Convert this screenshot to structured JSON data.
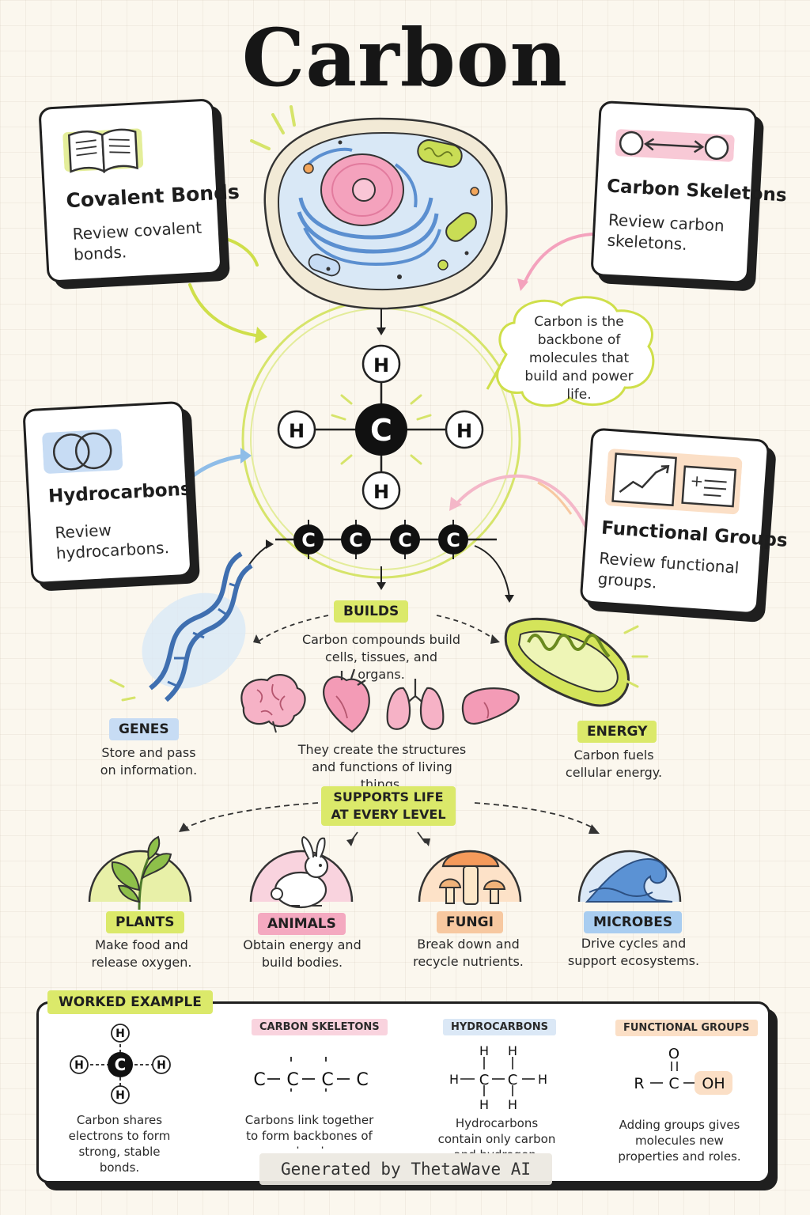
{
  "title": "Carbon",
  "cards": {
    "covalent": {
      "title": "Covalent Bonds",
      "text": "Review covalent bonds."
    },
    "skeletons": {
      "title": "Carbon Skeletons",
      "text": "Review carbon skeletons."
    },
    "hydrocarbons": {
      "title": "Hydrocarbons",
      "text": "Review hydrocarbons."
    },
    "functional": {
      "title": "Functional Groups",
      "text": "Review functional groups."
    }
  },
  "cloud": {
    "text": "Carbon is the backbone of molecules that build and power life."
  },
  "molecule": {
    "center": "C",
    "h": "H",
    "chain": [
      "C",
      "C",
      "C",
      "C"
    ]
  },
  "builds": {
    "label": "BUILDS",
    "text": "Carbon compounds build cells, tissues, and organs."
  },
  "genes": {
    "label": "GENES",
    "text": "Store and pass on information."
  },
  "energy": {
    "label": "ENERGY",
    "text": "Carbon fuels cellular energy."
  },
  "organs": {
    "text": "They create the structures and functions of living things."
  },
  "supports": {
    "label_line1": "SUPPORTS LIFE",
    "label_line2": "AT EVERY LEVEL"
  },
  "kingdoms": [
    {
      "label": "PLANTS",
      "text": "Make food and release oxygen.",
      "icon": "leaf-icon"
    },
    {
      "label": "ANIMALS",
      "text": "Obtain energy and build bodies.",
      "icon": "rabbit-icon"
    },
    {
      "label": "FUNGI",
      "text": "Break down and recycle nutrients.",
      "icon": "mushroom-icon"
    },
    {
      "label": "MICROBES",
      "text": "Drive cycles and support ecosystems.",
      "icon": "wave-icon"
    }
  ],
  "worked": {
    "label": "WORKED EXAMPLE",
    "step1": {
      "text": "Carbon shares electrons to form strong, stable bonds."
    },
    "step2": {
      "label": "CARBON SKELETONS",
      "text": "Carbons link together to form backbones of molecules."
    },
    "step3": {
      "label": "HYDROCARBONS",
      "text": "Hydrocarbons contain only carbon and hydrogen."
    },
    "step4": {
      "label": "FUNCTIONAL GROUPS",
      "text": "Adding groups gives molecules new properties and roles.",
      "r": "R",
      "o": "O",
      "oh": "OH"
    }
  },
  "watermark": "Generated by ThetaWave AI",
  "colors": {
    "lime": "#dbe96a",
    "pink": "#f4a9c0",
    "blue": "#a9cdf0",
    "peach": "#f7c8a0",
    "ink": "#1f1f1f"
  }
}
